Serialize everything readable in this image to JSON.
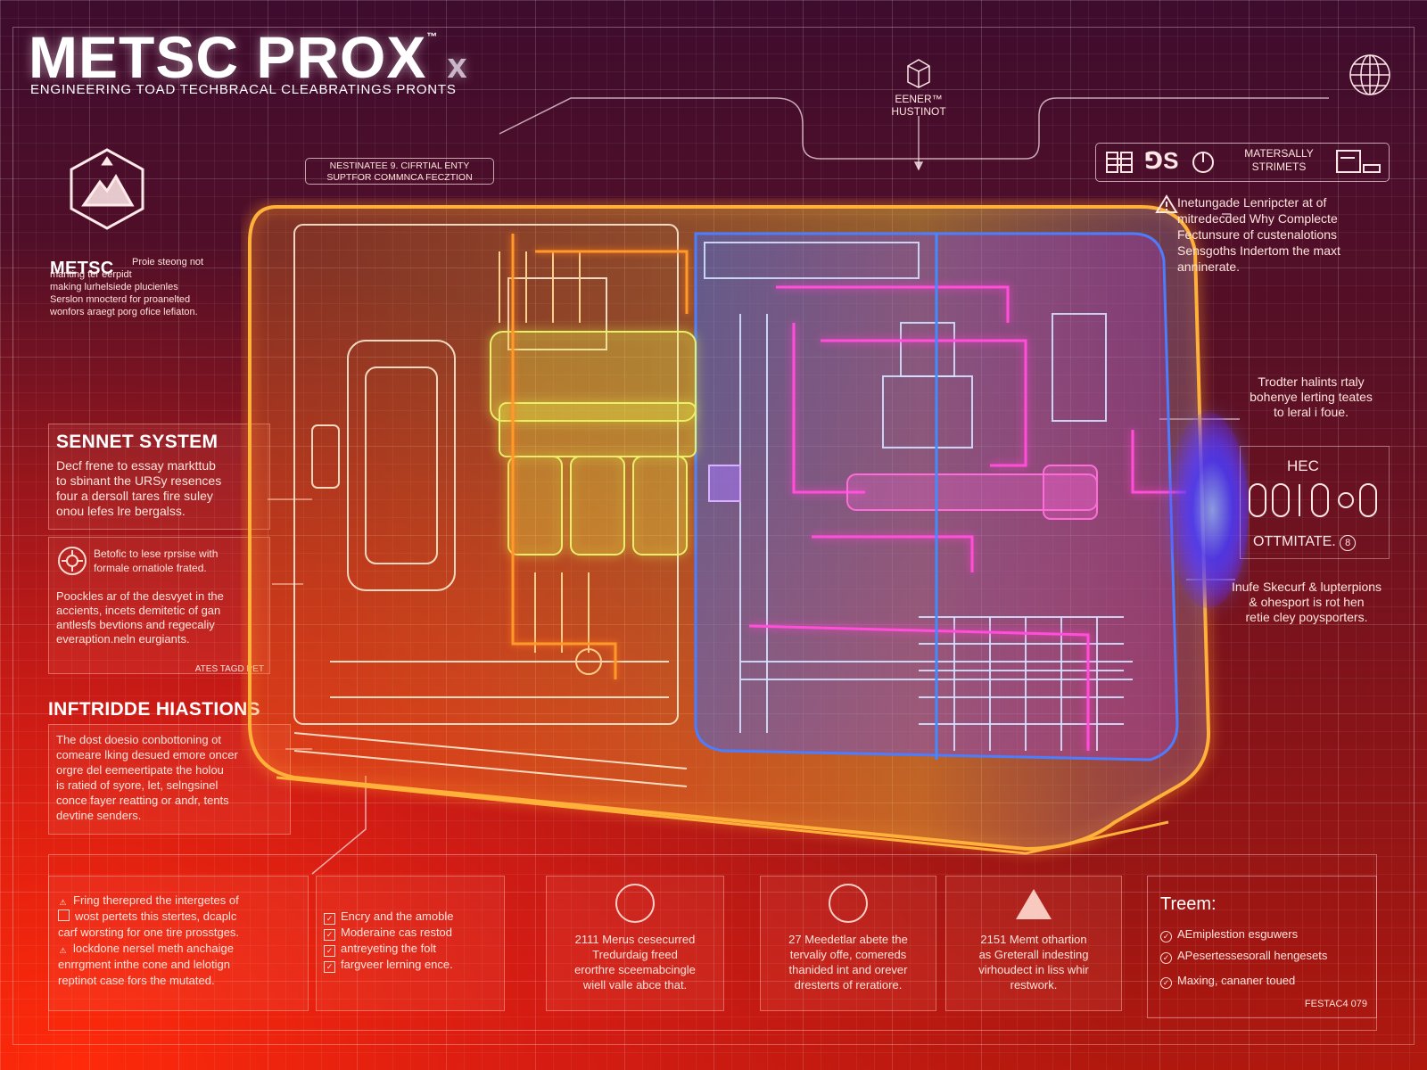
{
  "header": {
    "title": "METSC PROX",
    "title_tm": "™",
    "title_x": "x",
    "subtitle": "ENGINEERING TOAD TECHBRACAL CLEABRATINGS PRONTS"
  },
  "callouts": {
    "top_box": "NESTINATEE 9. CIFRTIAL ENTY\nSUPTFOR COMMNCA FECZTION",
    "top_center": "EENER™\nHUSTINOT",
    "top_right_label": "MATERSALLY\nSTRIMETS",
    "top_right_glyph": "⅁S"
  },
  "left": {
    "brand": "METSC",
    "brand_text": "Proie steong not\nmanting ter eerpidt\nmaking lurhelsiede plucienles\nSerslon mnocterd for proanelted\nwonfors araegt porg ofice lefiaton.",
    "sennet": {
      "heading": "SENNET SYSTEM",
      "body": "Decf frene to essay markttub\nto sbinant the URSy resences\nfour a dersoll tares fire suley\nonou lefes lre bergalss."
    },
    "feature": {
      "note": "Betofic to lese rprsise with\nformale ornatiole frated.",
      "body": "Poockles ar of the desvyet in the\naccients, incets demitetic of gan\nantlesfs bevtions and regecaliy\neveraption.neln eurgiants.",
      "tag": "ATES TAGD PET"
    },
    "infrastructure": {
      "heading": "INFTRIDDE HIASTIONS",
      "body": "The dost doesio conbottoning ot\ncomeare lking desued emore oncer\norgre del eemeertipate the holou\nis ratied of syore, let, selngsinel\nconce fayer reatting or andr, tents\ndevtine senders."
    }
  },
  "right": {
    "intro": "Inetungade Lenripcter at of\nmitredecded Why Complecte\nFectunsure of custenalotions\nSensgoths Indertom the maxt\nanninerate.",
    "mid": "Trodter halints rtaly\nbohenye lerting teates\nto leral i foue.",
    "hex_label": "HEC",
    "optimate": "OTTMITATE.",
    "optimate_badge": "8",
    "lower": "Inufe Skecurf & lupterpions\n& ohesport is rot hen\nretie cley poysporters."
  },
  "bottom": {
    "panel1": {
      "line1": "Fring therepred the intergetes of",
      "line2": "wost pertets this stertes, dcaplc",
      "line3": "carf worsting for one tire prosstges.",
      "line4": "lockdone nersel meth anchaige",
      "line5": "enrrgment inthe cone and lelotign",
      "line6": "reptinot case fors the mutated."
    },
    "panel2": [
      "Encry and the amoble",
      "Moderaine cas restod",
      "antreyeting the folt",
      "fargveer lerning ence."
    ],
    "panel3": "2111 Merus cesecurred\nTredurdaig freed\nerorthre sceemabcingle\nwiell valle abce that.",
    "panel4": "27 Meedetlar abete the\ntervaliy offe, comereds\nthanided int and orever\ndresterts of reratiore.",
    "panel5": "2151 Memt othartion\nas Greterall indesting\nvirhoudect in liss whir\nrestwork.",
    "panel6": {
      "title": "Treem:",
      "items": [
        "AEmiplestion esguwers",
        "APesertessesorall hengesets",
        "Maxing, cananer toued"
      ],
      "code": "FESTAC4 079"
    }
  },
  "colors": {
    "accent_orange": "#ffb13a",
    "accent_blue": "#3f6bff",
    "accent_magenta": "#ff3fd0",
    "accent_yellow": "#e8f04a"
  },
  "icons": [
    "shield-crest-icon",
    "cube-icon",
    "globe-icon",
    "grid-tool-icons",
    "warning-icon",
    "virus-icon",
    "document-icon",
    "check-icon"
  ]
}
